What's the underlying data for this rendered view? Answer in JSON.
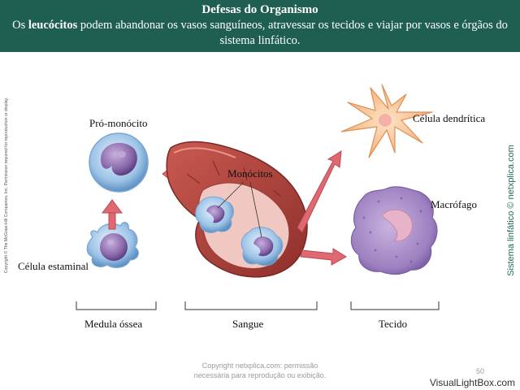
{
  "header": {
    "title": "Defesas do Organismo",
    "text_before": "Os ",
    "text_bold": "leucócitos",
    "text_after": " podem abandonar os vasos sanguíneos, atravessar os tecidos e viajar por vasos e órgãos do sistema linfático."
  },
  "labels": {
    "pro_monocito": "Pró-monócito",
    "celula_estaminal": "Célula estaminal",
    "monocitos": "Monócitos",
    "celula_dendritica": "Célula dendrítica",
    "macrofago": "Macrófago"
  },
  "sections": {
    "medula": "Medula óssea",
    "sangue": "Sangue",
    "tecido": "Tecido"
  },
  "side": {
    "copyright": "Copyright © The McGraw-Hill Companies, Inc. Permission required for reproduction or display.",
    "site": "Sistema linfático © netxplica.com"
  },
  "footer": {
    "line1": "Copyright netxplica.com: permissão",
    "line2": "necessária para reprodução ou exibição.",
    "page": "50",
    "watermark": "VisualLightBox.com"
  },
  "colors": {
    "header_bg": "#1f5f52",
    "arrow": "#e06870",
    "vessel": "#b2453e",
    "cell_blue": "#8fb8dc",
    "nucleus": "#8e6fae",
    "dendritic": "#f6c193",
    "macrophage": "#a58bc4"
  }
}
